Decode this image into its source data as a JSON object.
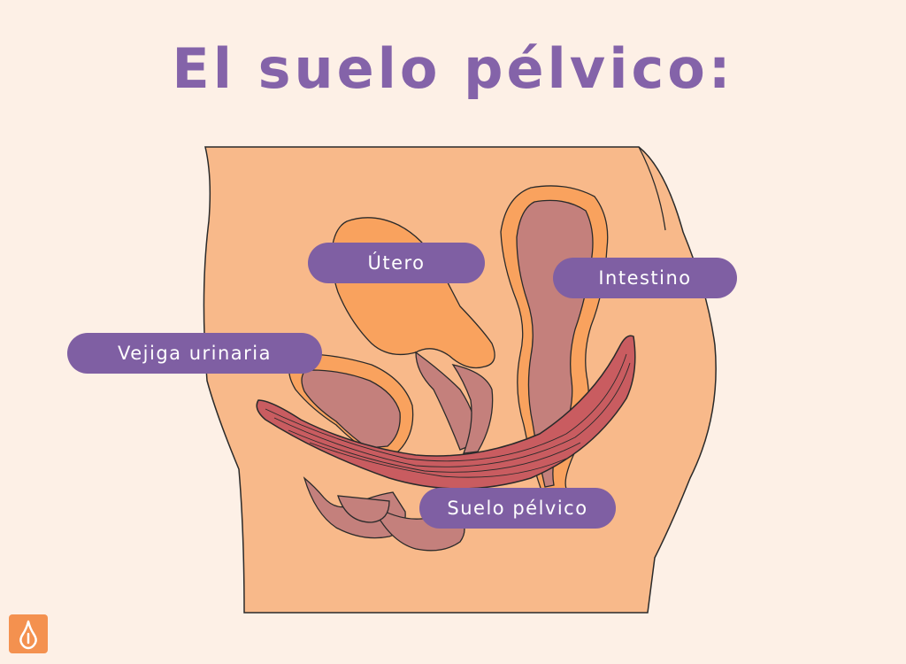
{
  "title": "El suelo pélvico:",
  "labels": {
    "utero": "Útero",
    "intestino": "Intestino",
    "vejiga": "Vejiga urinaria",
    "suelo": "Suelo pélvico"
  },
  "colors": {
    "background": "#fdf0e6",
    "title": "#8463a9",
    "label_bg": "#7f5fa3",
    "body": "#f8b98a",
    "organ_orange": "#f9a25e",
    "organ_mauve": "#c4807c",
    "muscle": "#c95c60",
    "logo": "#f4914f"
  },
  "logo_icon": "flame-drop-icon"
}
